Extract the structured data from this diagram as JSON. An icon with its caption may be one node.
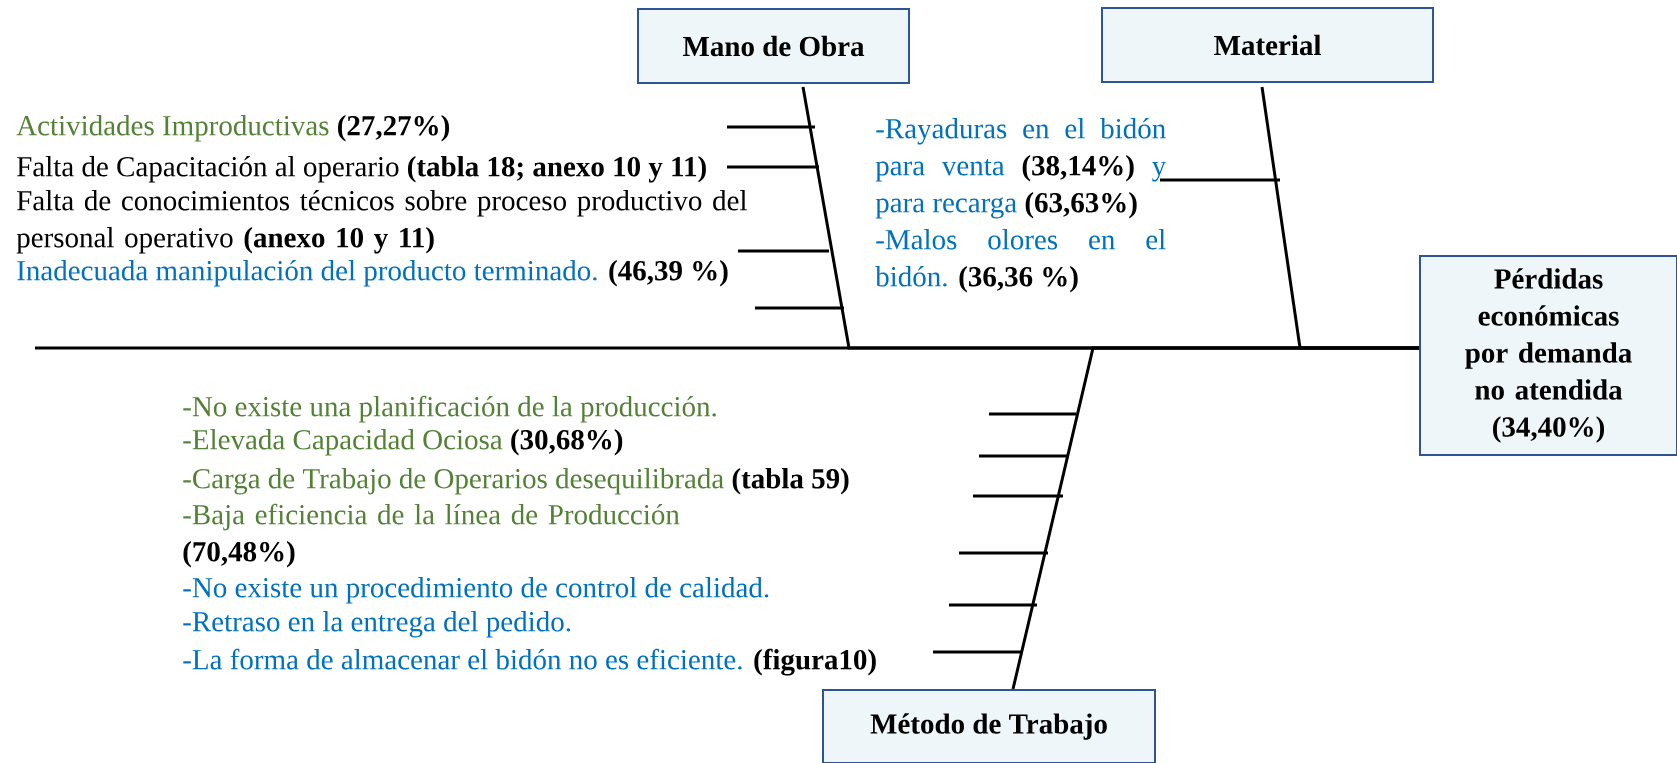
{
  "diagram": {
    "nodes": [
      {
        "text": [
          "Mano de Obra"
        ]
      },
      {
        "text": [
          "Material"
        ]
      },
      {
        "text": [
          "Método de Trabajo"
        ]
      },
      {
        "text": [
          "Pérdidas económicas por demanda no atendida (34,40%)"
        ]
      }
    ],
    "edges": [
      {
        "from": 0,
        "to": 3,
        "arrow": "none"
      },
      {
        "from": 1,
        "to": 3,
        "arrow": "none"
      },
      {
        "from": 2,
        "to": 3,
        "arrow": "none"
      },
      {
        "from": null,
        "to": 3,
        "arrow": "none"
      }
    ],
    "labels": [
      "Actividades Improductivas **(27,27%)**",
      "Falta de Capacitación al operario **(tabla 18; anexo 10 y 11)**",
      "Falta de conocimientos técnicos sobre proceso productivo del personal operativo **(anexo 10 y 11)**",
      "Inadecuada manipulación del producto terminado. **(46,39 %)**",
      "-Rayaduras en el bidón para venta **(38,14%)** y para recarga **(63,63%)**",
      "-Malos olores en el bidón. **(36,36 %)**",
      "-No existe una planificación de la producción.",
      "-Elevada Capacidad Ociosa **(30,68%)**",
      "-Carga de Trabajo de Operarios desequilibrada **(tabla 59)**",
      "-Baja eficiencia de la línea de Producción **(70,48%)**",
      "-No existe un procedimiento de control de calidad.",
      "-Retraso en la entrega del pedido.",
      "-La forma de almacenar el bidón no es eficiente. **(figura10)**"
    ]
  }
}
